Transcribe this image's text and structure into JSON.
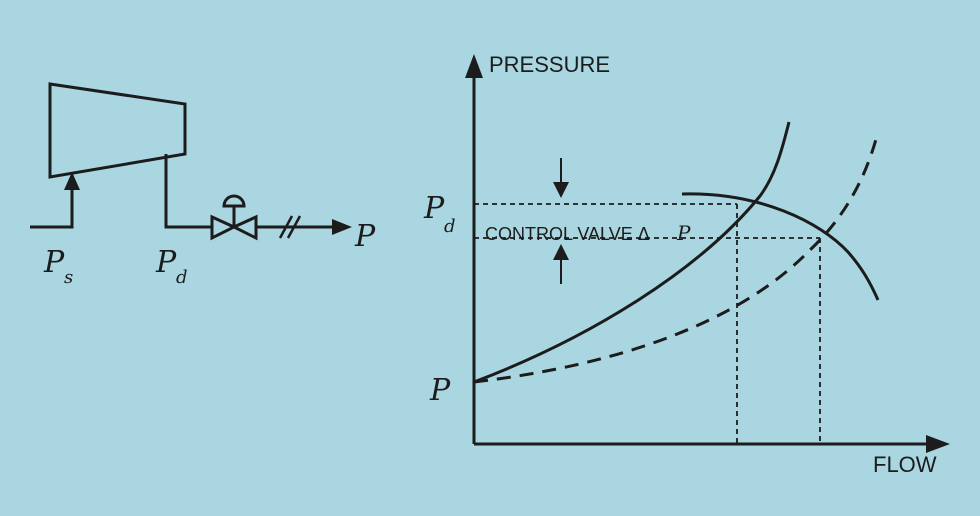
{
  "colors": {
    "background": "#a9d6e0",
    "ink": "#1c1c1c"
  },
  "schematic": {
    "suction_label": "P",
    "suction_sub": "s",
    "discharge_label": "P",
    "discharge_sub": "d",
    "outlet_label": "P"
  },
  "graph": {
    "y_axis_label": "PRESSURE",
    "x_axis_label": "FLOW",
    "pd_label": "P",
    "pd_sub": "d",
    "p_label": "P",
    "control_valve_text": "CONTROL VALVE Δ",
    "control_valve_p": "P"
  }
}
